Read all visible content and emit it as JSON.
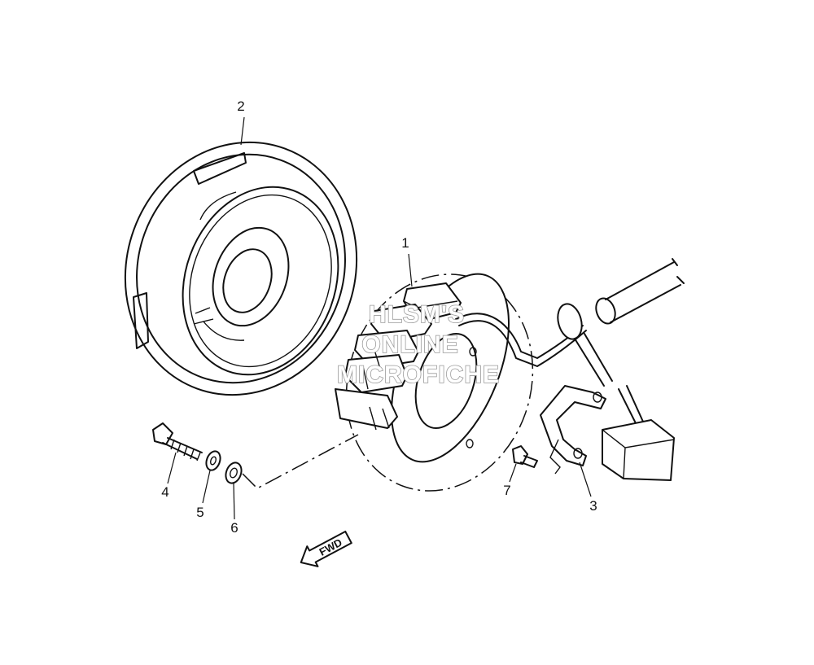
{
  "diagram": {
    "callouts": {
      "p1": "1",
      "p2": "2",
      "p3": "3",
      "p4": "4",
      "p5": "5",
      "p6": "6",
      "p7": "7"
    },
    "direction_arrow": "FWD",
    "watermark": [
      "HLSM'S",
      "ONLINE",
      "MICROFICHE"
    ]
  }
}
